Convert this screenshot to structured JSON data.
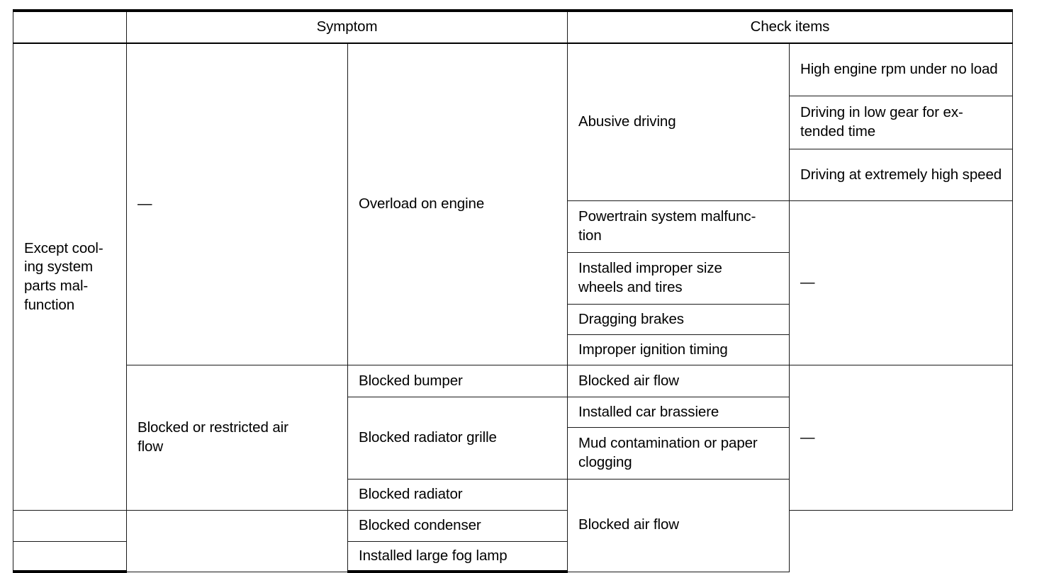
{
  "table": {
    "headers": {
      "corner": "",
      "symptom": "Symptom",
      "check_items": "Check items"
    },
    "dash_symbol": "—",
    "sections": [
      {
        "category": "Except cool-\ning system\nparts mal-\nfunction",
        "symptom_a": "—",
        "groups": [
          {
            "symptom_b": "Overload on engine",
            "check_a_groups": [
              {
                "check_a": "Abusive driving",
                "check_b": [
                  "High engine rpm under no load",
                  "Driving in low gear for ex-\ntended time",
                  "Driving at extremely high speed"
                ]
              }
            ],
            "check_a_rows": [
              "Powertrain system malfunc-\ntion",
              "Installed improper size\nwheels and tires",
              "Dragging brakes",
              "Improper ignition timing"
            ],
            "check_b_merged": "—"
          },
          {
            "symptom_b_rows": [
              "Blocked bumper",
              "Blocked radiator grille",
              "Blocked radiator",
              "Blocked condenser",
              "Installed large fog lamp"
            ],
            "symptom_a2": "Blocked or restricted air\nflow",
            "check_a_rows2": [
              "Blocked air flow",
              "Installed car brassiere",
              "Mud contamination or paper\nclogging",
              "Blocked air flow"
            ],
            "check_b_merged2": "—"
          }
        ]
      }
    ],
    "cells": {
      "r_high_engine": "High engine rpm under no load",
      "r_driving_low_gear": "Driving in low gear for ex-\ntended time",
      "r_driving_high_speed": "Driving at extremely high speed",
      "r_abusive_driving": "Abusive driving",
      "r_overload": "Overload on engine",
      "r_except_cooling": "Except cool-\ning system\nparts mal-\nfunction",
      "r_powertrain": "Powertrain system malfunc-\ntion",
      "r_improper_wheels": "Installed improper size\nwheels and tires",
      "r_dragging_brakes": "Dragging brakes",
      "r_improper_ignition": "Improper ignition timing",
      "r_blocked_bumper": "Blocked bumper",
      "r_blocked_air_flow_1": "Blocked air flow",
      "r_blocked_grille": "Blocked radiator grille",
      "r_car_brassiere": "Installed car brassiere",
      "r_mud_contamination": "Mud contamination or paper\nclogging",
      "r_blocked_radiator": "Blocked radiator",
      "r_blocked_condenser": "Blocked condenser",
      "r_fog_lamp": "Installed large fog lamp",
      "r_blocked_air_flow_2": "Blocked air flow",
      "r_blocked_restricted": "Blocked or restricted air\nflow",
      "dash1": "—",
      "dash2": "—",
      "dash3": "—"
    }
  },
  "colors": {
    "rule": "#1a1a1a",
    "thick_rule": "#000000",
    "text": "#000000",
    "background": "#ffffff"
  }
}
